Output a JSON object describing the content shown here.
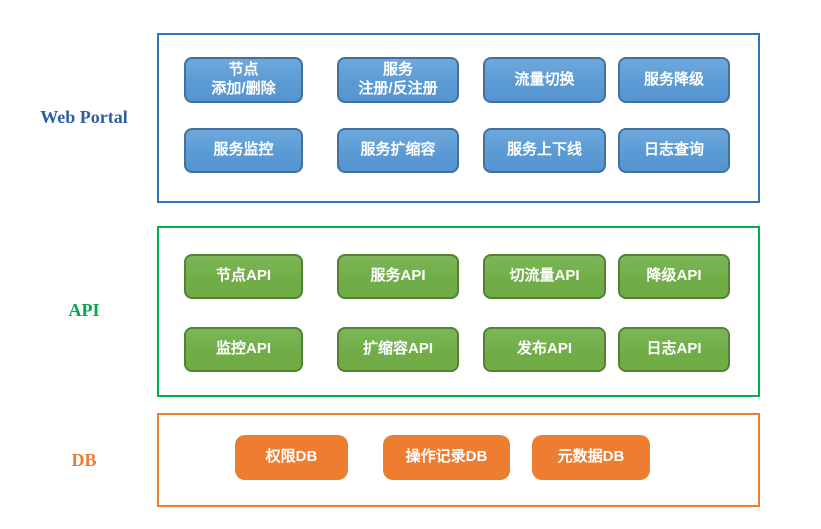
{
  "diagram": {
    "layers": {
      "web_portal": {
        "label": "Web Portal",
        "label_color": "#2E5DA8",
        "box_border_color": "#2E75B6",
        "button_fill": "#5B9BD5",
        "button_border": "#41719C",
        "items": [
          "节点\n添加/删除",
          "服务\n注册/反注册",
          "流量切换",
          "服务降级",
          "服务监控",
          "服务扩缩容",
          "服务上下线",
          "日志查询"
        ]
      },
      "api": {
        "label": "API",
        "label_color": "#00A651",
        "box_border_color": "#00B050",
        "button_fill": "#70AD47",
        "button_border": "#548235",
        "items": [
          "节点API",
          "服务API",
          "切流量API",
          "降级API",
          "监控API",
          "扩缩容API",
          "发布API",
          "日志API"
        ]
      },
      "db": {
        "label": "DB",
        "label_color": "#ED7D31",
        "box_border_color": "#ED7D31",
        "button_fill": "#ED7D31",
        "items": [
          "权限DB",
          "操作记录DB",
          "元数据DB"
        ]
      }
    }
  }
}
